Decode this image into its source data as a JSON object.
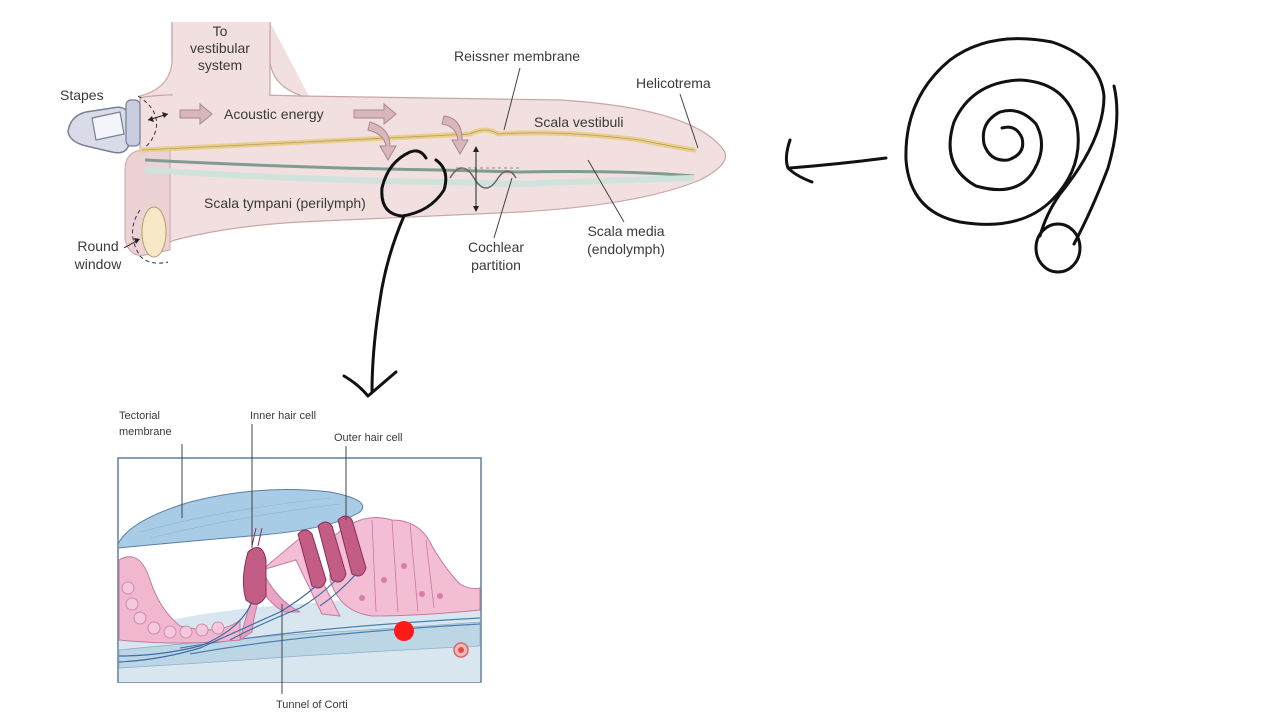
{
  "cochlea_diagram": {
    "labels": {
      "to_vestibular_line1": "To",
      "to_vestibular_line2": "vestibular",
      "to_vestibular_line3": "system",
      "stapes": "Stapes",
      "acoustic_energy": "Acoustic energy",
      "reissner_membrane": "Reissner membrane",
      "helicotrema": "Helicotrema",
      "scala_vestibuli": "Scala vestibuli",
      "scala_tympani": "Scala tympani (perilymph)",
      "round_window_line1": "Round",
      "round_window_line2": "window",
      "cochlear_partition_line1": "Cochlear",
      "cochlear_partition_line2": "partition",
      "scala_media_line1": "Scala media",
      "scala_media_line2": "(endolymph)"
    }
  },
  "organ_of_corti": {
    "labels": {
      "tectorial_line1": "Tectorial",
      "tectorial_line2": "membrane",
      "inner_hair_cell": "Inner hair cell",
      "outer_hair_cell": "Outer hair cell",
      "tunnel_of_corti": "Tunnel of Corti"
    }
  },
  "colors": {
    "duct_fill": "#f2dfe0",
    "duct_stroke": "#c9a6aa",
    "reissner_membrane": "#e8cf8a",
    "basilar_membrane": "#cfe3dc",
    "hair_cell_pink": "#e9a3c4",
    "tectorial_blue": "#a9cce6",
    "highlight_red": "#ff1a1a",
    "ink": "#111111"
  },
  "icons": [
    "left-arrow-icon",
    "down-arrow-icon",
    "cochlea-spiral-icon"
  ]
}
